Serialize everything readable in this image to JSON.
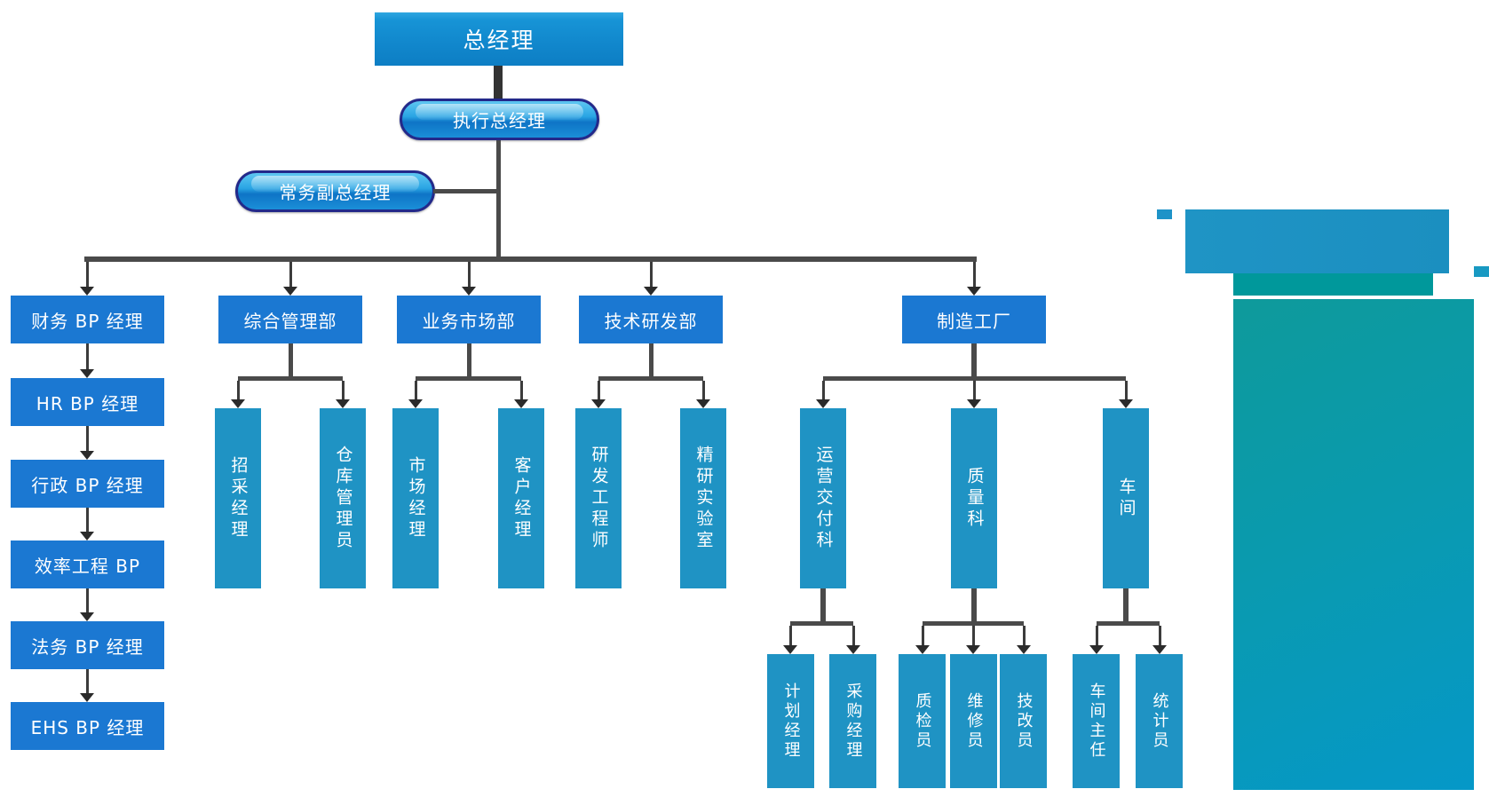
{
  "org": {
    "root": {
      "label": "总经理"
    },
    "executive": {
      "label": "执行总经理"
    },
    "deputy": {
      "label": "常务副总经理"
    },
    "bp_chain": [
      {
        "label": "财务 BP 经理"
      },
      {
        "label": "HR BP 经理"
      },
      {
        "label": "行政 BP 经理"
      },
      {
        "label": "效率工程 BP"
      },
      {
        "label": "法务 BP 经理"
      },
      {
        "label": "EHS BP 经理"
      }
    ],
    "departments": [
      {
        "label": "综合管理部",
        "children": [
          "招采经理",
          "仓库管理员"
        ]
      },
      {
        "label": "业务市场部",
        "children": [
          "市场经理",
          "客户经理"
        ]
      },
      {
        "label": "技术研发部",
        "children": [
          "研发工程师",
          "精研实验室"
        ]
      },
      {
        "label": "制造工厂",
        "children": [
          {
            "label": "运营交付科",
            "children": [
              "计划经理",
              "采购经理"
            ]
          },
          {
            "label": "质量科",
            "children": [
              "质检员",
              "维修员",
              "技改员"
            ]
          },
          {
            "label": "车间",
            "children": [
              "车间主任",
              "统计员"
            ]
          }
        ]
      }
    ]
  },
  "colors": {
    "node_blue": "#1b78d2",
    "column_teal": "#1f93c4",
    "gm_gradient_top": "#2ea6e0",
    "gm_gradient_bottom": "#0d7ec4",
    "pill_border": "#23298a",
    "pill_gradient_top": "#5ec7f1",
    "pill_gradient_bottom": "#0e74c6",
    "connector_gray": "#4a4a4a",
    "decoration_blue": "#1d92c3",
    "decoration_teal": "#00989b",
    "decoration_gradient_start": "#0e9a9b",
    "decoration_gradient_end": "#0598c8",
    "text_white": "#ffffff",
    "background": "#ffffff"
  }
}
